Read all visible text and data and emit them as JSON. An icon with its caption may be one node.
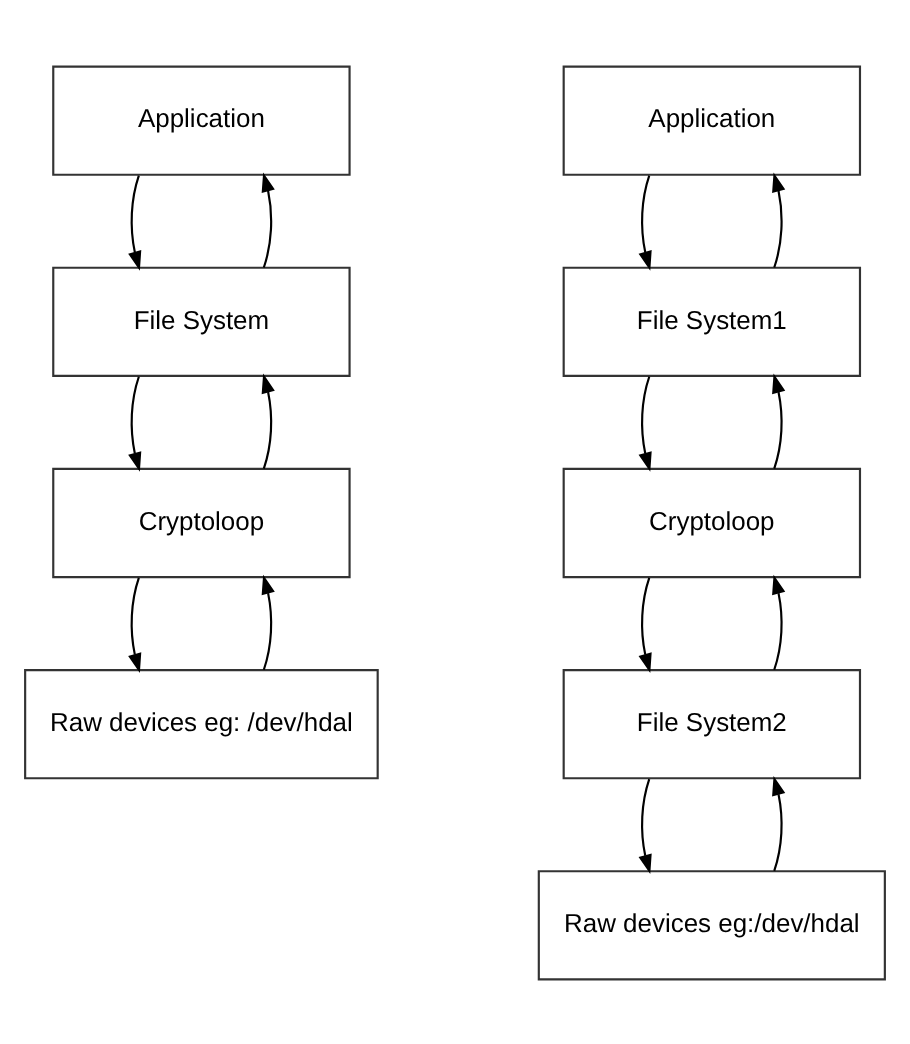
{
  "diagram": {
    "nodes": [
      {
        "text": [
          "Application"
        ]
      },
      {
        "text": [
          "File System"
        ]
      },
      {
        "text": [
          "Cryptoloop"
        ]
      },
      {
        "text": [
          "Raw devices eg: /dev/hdal"
        ]
      },
      {
        "text": [
          "Application"
        ]
      },
      {
        "text": [
          "File System1"
        ]
      },
      {
        "text": [
          "Cryptoloop"
        ]
      },
      {
        "text": [
          "File System2"
        ]
      },
      {
        "text": [
          "Raw devices eg:/dev/hdal"
        ]
      }
    ],
    "edges": [
      {
        "from": 0,
        "to": 1,
        "arrow": "to"
      },
      {
        "from": 1,
        "to": 0,
        "arrow": "to"
      },
      {
        "from": 1,
        "to": 2,
        "arrow": "to"
      },
      {
        "from": 2,
        "to": 1,
        "arrow": "to"
      },
      {
        "from": 2,
        "to": 3,
        "arrow": "to"
      },
      {
        "from": 3,
        "to": 2,
        "arrow": "to"
      },
      {
        "from": 4,
        "to": 5,
        "arrow": "to"
      },
      {
        "from": 5,
        "to": 4,
        "arrow": "to"
      },
      {
        "from": 5,
        "to": 6,
        "arrow": "to"
      },
      {
        "from": 6,
        "to": 5,
        "arrow": "to"
      },
      {
        "from": 6,
        "to": 7,
        "arrow": "to"
      },
      {
        "from": 7,
        "to": 6,
        "arrow": "to"
      },
      {
        "from": 7,
        "to": 8,
        "arrow": "to"
      },
      {
        "from": 8,
        "to": 7,
        "arrow": "to"
      }
    ]
  }
}
